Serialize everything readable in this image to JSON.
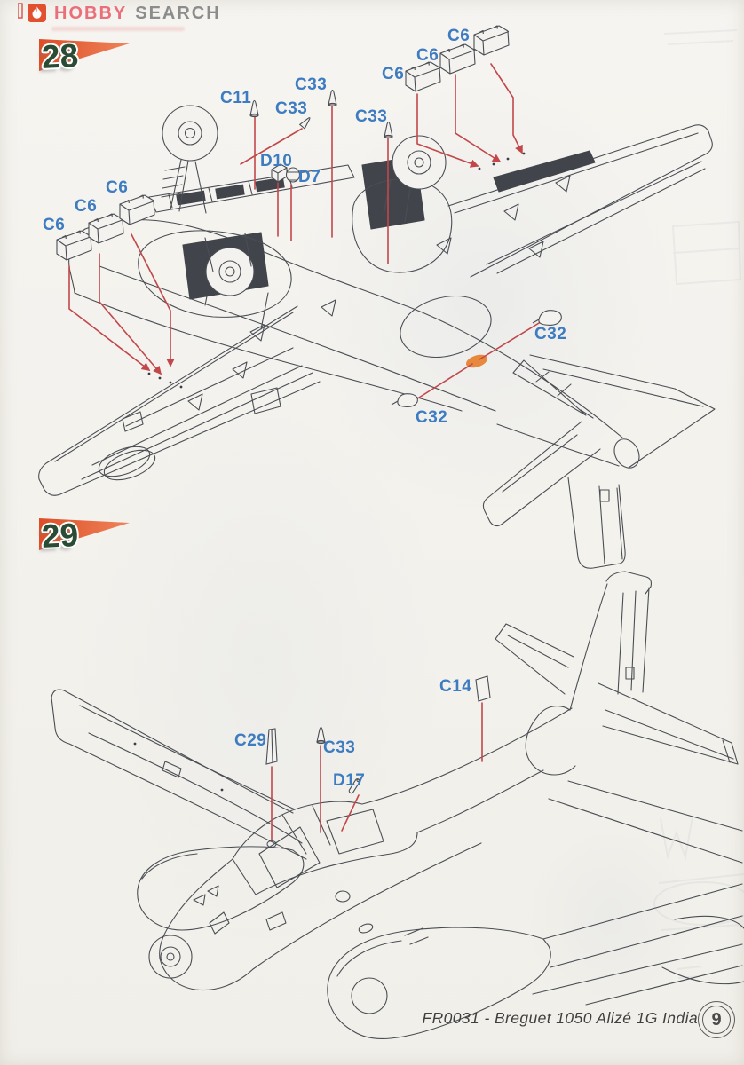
{
  "header": {
    "brand_primary": "HOBBY",
    "brand_secondary": "SEARCH",
    "logo_icon": "hobby-search-flame-icon"
  },
  "steps": {
    "step28": {
      "number": "28",
      "labels": {
        "c11": "C11",
        "c33_top": "C33",
        "c33_mid": "C33",
        "c33_right": "C33",
        "d10": "D10",
        "d7": "D7",
        "c6_left_upper": "C6",
        "c6_left_middle": "C6",
        "c6_left_lower": "C6",
        "c6_right_upper": "C6",
        "c6_right_middle": "C6",
        "c6_right_lower": "C6",
        "c32_upper": "C32",
        "c32_lower": "C32"
      }
    },
    "step29": {
      "number": "29",
      "labels": {
        "c14": "C14",
        "c29": "C29",
        "c33": "C33",
        "d17": "D17"
      }
    }
  },
  "footer": {
    "kit_code": "FR0031 - Breguet 1050 Alizé 1G India",
    "page_number": "9"
  },
  "colors": {
    "label_blue": "#3e7cc1",
    "leader_red": "#c2474a",
    "badge_orange": "#e25b2d",
    "badge_number_green": "#2b4c34",
    "highlight_orange": "#e8883c",
    "logo_red": "#e2512f",
    "brand_pink": "#e9707a",
    "brand_gray": "#8c8c8c",
    "line_art_gray": "#4a4e54",
    "paper": "#f4f2ee"
  }
}
